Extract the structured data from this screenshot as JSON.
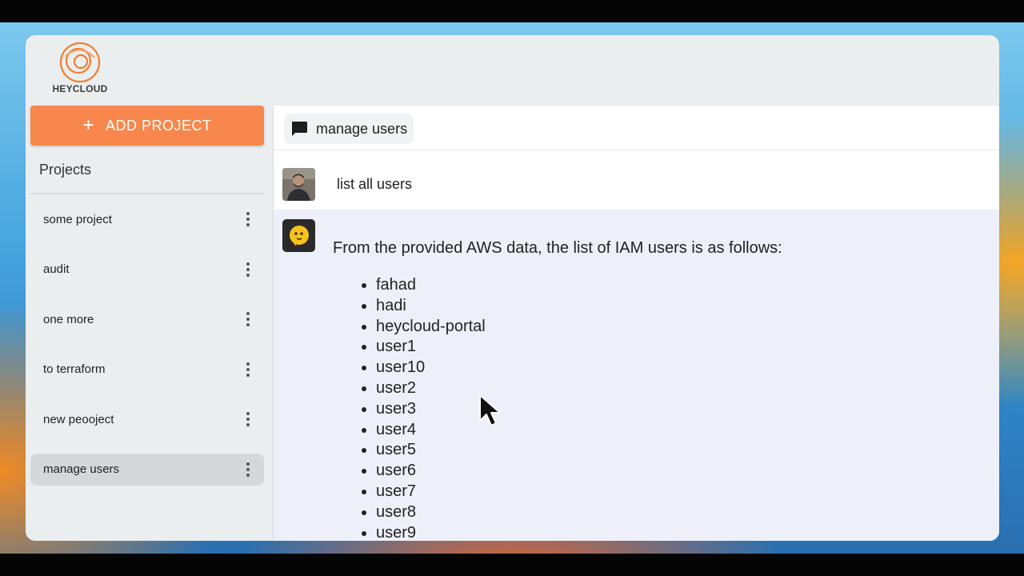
{
  "brand": {
    "name": "HEYCLOUD",
    "logo_icon": "heycloud-swirl-logo",
    "accent": "#f7874c"
  },
  "sidebar": {
    "add_button_label": "ADD PROJECT",
    "add_button_icon": "plus-icon",
    "projects_heading": "Projects",
    "items": [
      {
        "label": "some project"
      },
      {
        "label": "audit"
      },
      {
        "label": "one more"
      },
      {
        "label": "to terraform"
      },
      {
        "label": "new peooject"
      },
      {
        "label": "manage users",
        "active": true
      }
    ]
  },
  "chat": {
    "title": "manage users",
    "title_icon": "chat-bubble-icon",
    "messages": [
      {
        "role": "user",
        "avatar": "user-photo-avatar",
        "text": "list all users"
      },
      {
        "role": "assistant",
        "avatar": "bot-avatar",
        "intro": "From the provided AWS data, the list of IAM users is as follows:",
        "items": [
          "fahad",
          "hadi",
          "heycloud-portal",
          "user1",
          "user10",
          "user2",
          "user3",
          "user4",
          "user5",
          "user6",
          "user7",
          "user8",
          "user9"
        ]
      }
    ]
  }
}
